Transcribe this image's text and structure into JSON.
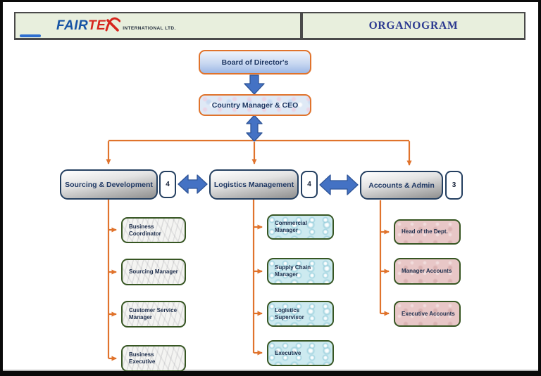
{
  "header": {
    "logo": {
      "brand_blue": "FAIR",
      "brand_red": "TE",
      "suffix": "INTERNATIONAL  LTD."
    },
    "title": "ORGANOGRAM"
  },
  "chart": {
    "root": {
      "label": "Board of Director's"
    },
    "ceo": {
      "label": "Country Manager & CEO"
    },
    "departments": [
      {
        "label": "Sourcing & Development",
        "count": "4"
      },
      {
        "label": "Logistics Management",
        "count": "4"
      },
      {
        "label": "Accounts & Admin",
        "count": "3"
      }
    ],
    "columns": [
      {
        "items": [
          "Business Coordinator",
          "Sourcing Manager",
          "Customer Service Manager",
          "Business Executive"
        ]
      },
      {
        "items": [
          "Commercial Manager",
          "Supply Chain Manager",
          "Logistics Supervisor",
          "Executive"
        ]
      },
      {
        "items": [
          "Head of the Dept.",
          "Manager Accounts",
          "Executive Accounts"
        ]
      }
    ]
  },
  "colors": {
    "connector_orange": "#e0732c",
    "arrow_blue": "#4472c4",
    "arrow_blue_dark": "#2f5597",
    "dept_border": "#243f60",
    "sub_border": "#375623",
    "header_bg": "#e8efdd",
    "title_color": "#2b3990",
    "brand_blue": "#1553a4",
    "brand_red": "#d6251d"
  }
}
